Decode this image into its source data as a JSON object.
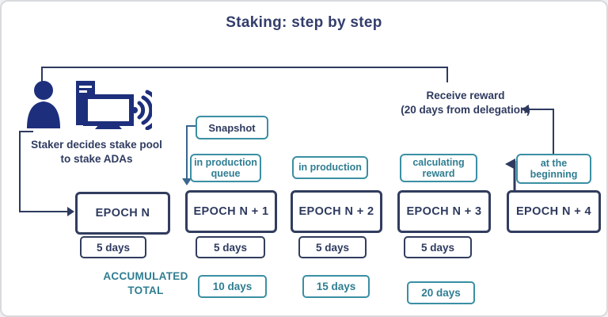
{
  "title": "Staking: step by step",
  "staker": {
    "line1": "Staker decides stake pool",
    "line2": "to stake ADAs"
  },
  "receive_reward": {
    "line1": "Receive reward",
    "line2": "(20 days from delegation)"
  },
  "snapshot": {
    "label": "Snapshot"
  },
  "accumulated_label": {
    "line1": "ACCUMULATED",
    "line2": "TOTAL"
  },
  "epochs": [
    {
      "name": "EPOCH N",
      "status": "",
      "duration": "5 days",
      "accumulated": ""
    },
    {
      "name": "EPOCH N + 1",
      "status": "in production queue",
      "duration": "5 days",
      "accumulated": "10 days"
    },
    {
      "name": "EPOCH N + 2",
      "status": "in production",
      "duration": "5 days",
      "accumulated": "15 days"
    },
    {
      "name": "EPOCH N + 3",
      "status": "calculating reward",
      "duration": "5 days",
      "accumulated": "20 days"
    },
    {
      "name": "EPOCH N + 4",
      "status": "at the beginning",
      "duration": "",
      "accumulated": ""
    }
  ],
  "icons": {
    "person": "person-icon",
    "computer": "desktop-computer-icon",
    "signal": "wifi-signal-icon",
    "flag": "flag-icon"
  },
  "colors": {
    "navy_text": "#2e3a5f",
    "icon_blue": "#1d2f7c",
    "teal_border": "#3a8fa3",
    "teal_text": "#2f7d91"
  }
}
